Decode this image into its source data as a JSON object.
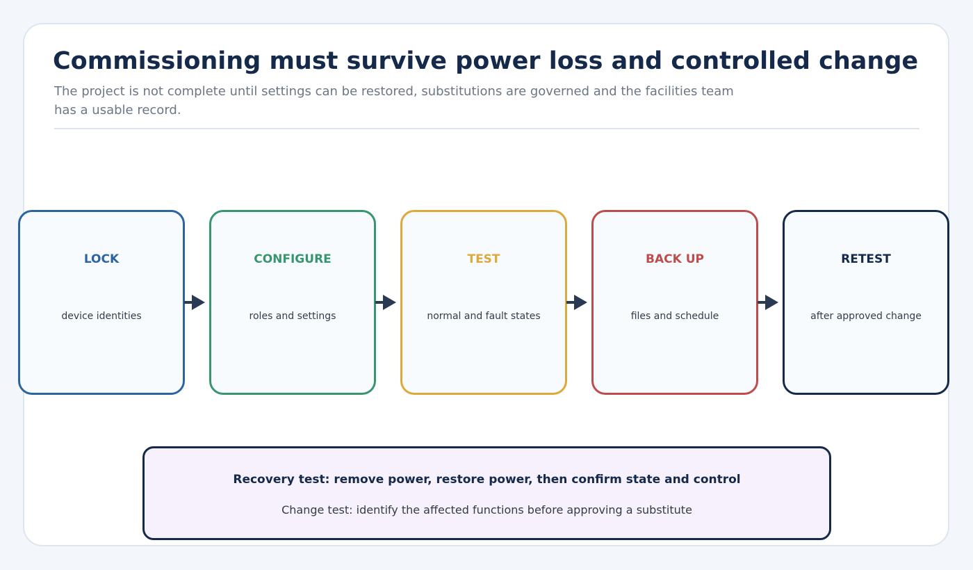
{
  "header": {
    "title": "Commissioning must survive power loss and controlled change",
    "subtitle": "The project is not complete until settings can be restored, substitutions are governed and the facilities team has a usable record."
  },
  "steps": [
    {
      "title": "LOCK",
      "description": "device identities",
      "color": "#2b64a0"
    },
    {
      "title": "CONFIGURE",
      "description": "roles and settings",
      "color": "#37966e"
    },
    {
      "title": "TEST",
      "description": "normal and fault states",
      "color": "#dfa83a"
    },
    {
      "title": "BACK UP",
      "description": "files and schedule",
      "color": "#bd4d4d"
    },
    {
      "title": "RETEST",
      "description": "after approved change",
      "color": "#15294b"
    }
  ],
  "note": {
    "title": "Recovery test: remove power, restore power, then confirm state and control",
    "text": "Change test: identify the affected functions before approving a substitute"
  }
}
